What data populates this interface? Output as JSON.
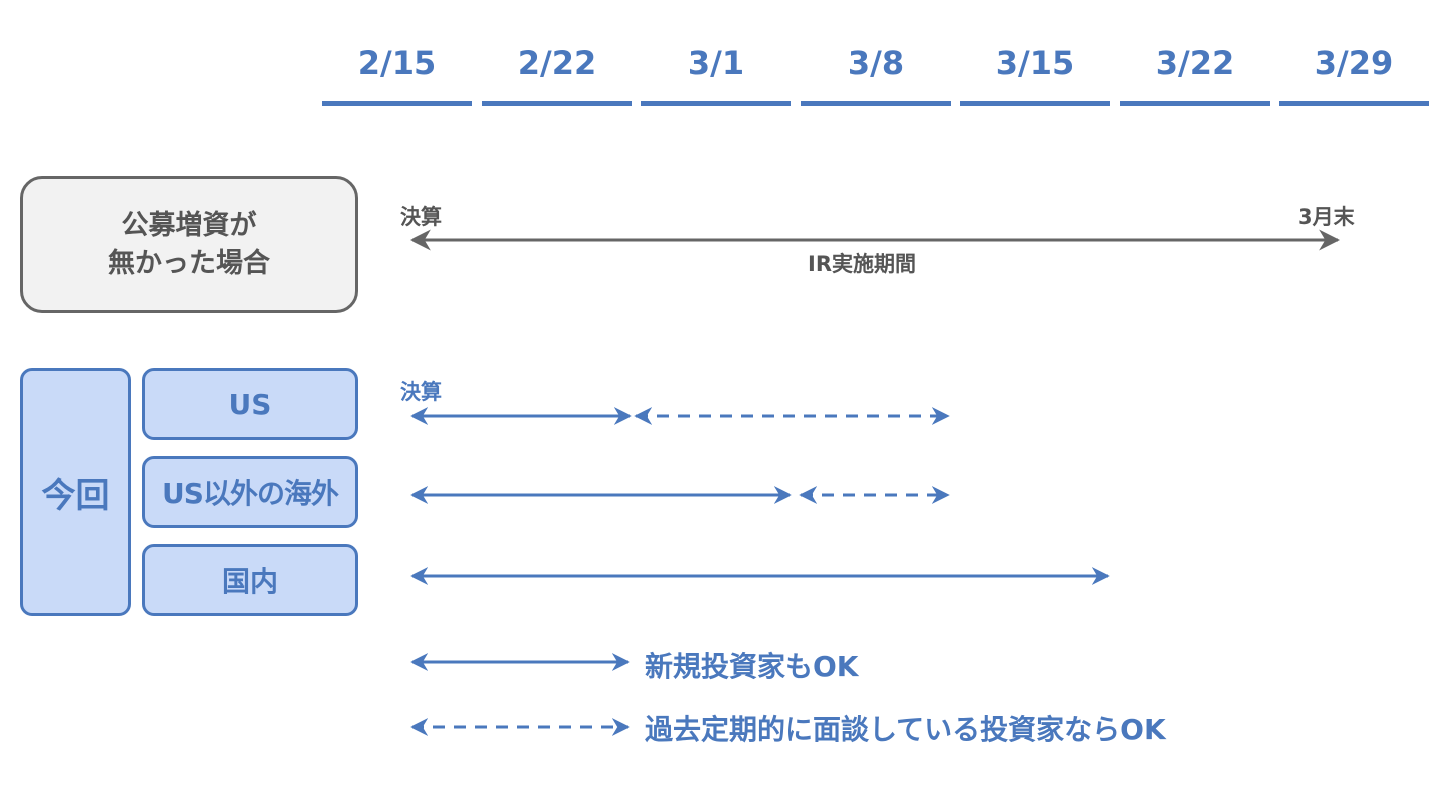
{
  "timeline": {
    "dates": [
      "2/15",
      "2/22",
      "3/1",
      "3/8",
      "3/15",
      "3/22",
      "3/29"
    ]
  },
  "no_offering": {
    "label": "公募増資が\n無かった場合",
    "start_label": "決算",
    "end_label": "3月末",
    "period_label": "IR実施期間"
  },
  "current": {
    "group_label": "今回",
    "start_label": "決算",
    "rows": [
      {
        "label": "US",
        "solid_end": "2/22",
        "dashed_end": "3/8"
      },
      {
        "label": "US以外の海外",
        "solid_end": "3/1",
        "dashed_end": "3/8"
      },
      {
        "label": "国内",
        "solid_end": "3/15",
        "dashed_end": null
      }
    ]
  },
  "legend": {
    "solid_label": "新規投資家もOK",
    "dashed_label": "過去定期的に面談している投資家ならOK"
  },
  "colors": {
    "blue": "#4a78bd",
    "gray": "#666666",
    "light_blue": "#c9daf8",
    "light_gray": "#f2f2f2"
  }
}
